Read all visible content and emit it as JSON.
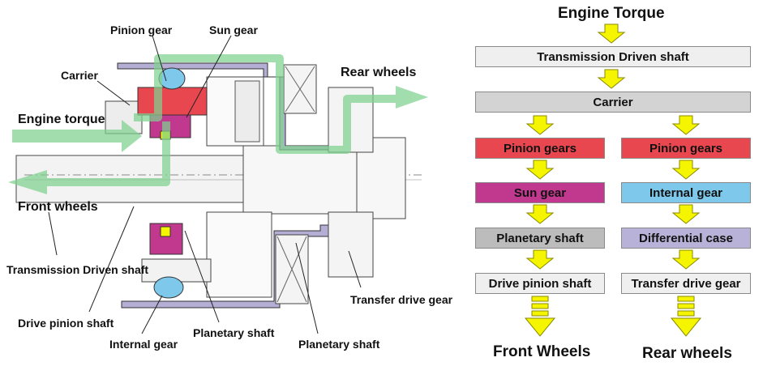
{
  "cross_section": {
    "labels": {
      "pinion_gear": "Pinion gear",
      "sun_gear": "Sun gear",
      "carrier": "Carrier",
      "rear_wheels": "Rear wheels",
      "engine_torque": "Engine torque",
      "front_wheels": "Front wheels",
      "transmission_driven_shaft": "Transmission Driven shaft",
      "drive_pinion_shaft": "Drive pinion shaft",
      "internal_gear": "Internal gear",
      "planetary_shaft_1": "Planetary shaft",
      "planetary_shaft_2": "Planetary shaft",
      "transfer_drive_gear": "Transfer drive gear"
    }
  },
  "flow_chart": {
    "title": "Engine Torque",
    "shared": [
      "Transmission Driven shaft",
      "Carrier"
    ],
    "front_path": [
      "Pinion gears",
      "Sun gear",
      "Planetary shaft",
      "Drive pinion shaft"
    ],
    "rear_path": [
      "Pinion gears",
      "Internal gear",
      "Differential case",
      "Transfer drive gear"
    ],
    "front_result": "Front Wheels",
    "rear_result": "Rear wheels"
  },
  "colors": {
    "flow_arrow": "#f5f500",
    "torque_path": "#7fd18f",
    "pinion": "#e8474f",
    "sun": "#c1398f",
    "internal": "#7ec8ec",
    "planetary_shaft": "#bcbcbc",
    "differential_case": "#b8b2d8",
    "light_box": "#efefef",
    "carrier_box": "#d3d3d3",
    "housing": "#b4add4"
  }
}
